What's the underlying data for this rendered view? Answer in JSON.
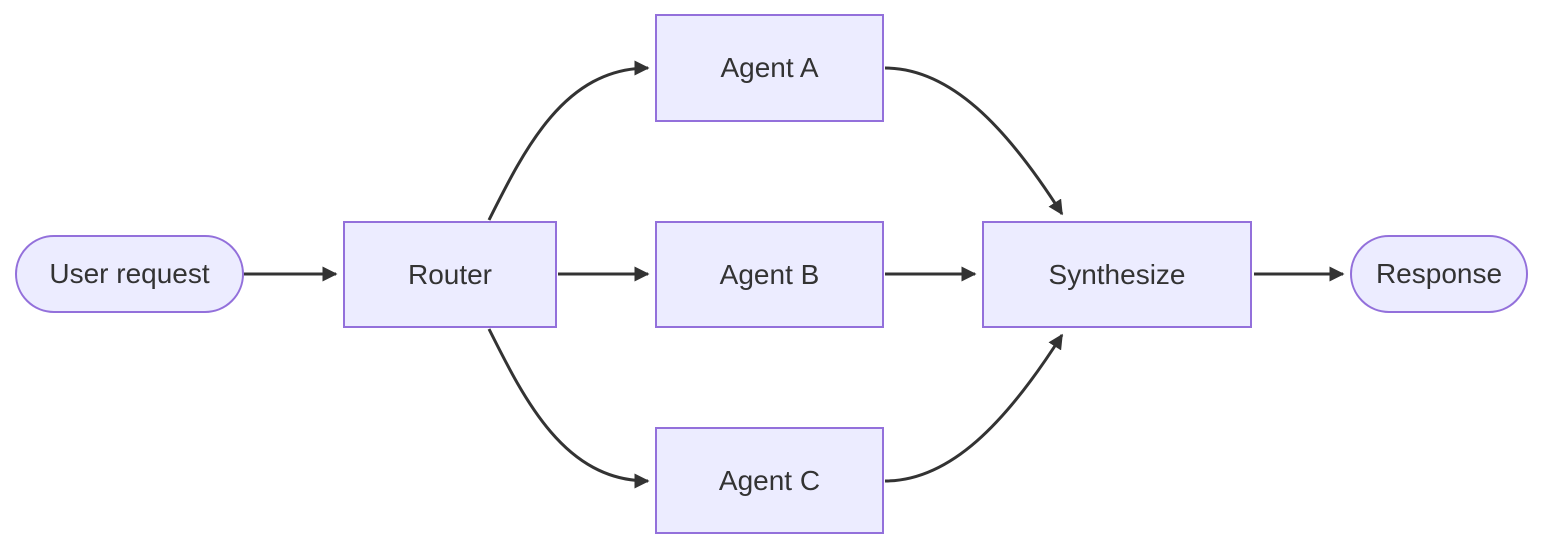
{
  "diagram": {
    "type": "flowchart-LR",
    "nodes": {
      "user_request": {
        "label": "User request",
        "shape": "stadium"
      },
      "router": {
        "label": "Router",
        "shape": "rect"
      },
      "agent_a": {
        "label": "Agent A",
        "shape": "rect"
      },
      "agent_b": {
        "label": "Agent B",
        "shape": "rect"
      },
      "agent_c": {
        "label": "Agent C",
        "shape": "rect"
      },
      "synthesize": {
        "label": "Synthesize",
        "shape": "rect"
      },
      "response": {
        "label": "Response",
        "shape": "stadium"
      }
    },
    "edges": [
      {
        "from": "user_request",
        "to": "router"
      },
      {
        "from": "router",
        "to": "agent_a"
      },
      {
        "from": "router",
        "to": "agent_b"
      },
      {
        "from": "router",
        "to": "agent_c"
      },
      {
        "from": "agent_a",
        "to": "synthesize"
      },
      {
        "from": "agent_b",
        "to": "synthesize"
      },
      {
        "from": "agent_c",
        "to": "synthesize"
      },
      {
        "from": "synthesize",
        "to": "response"
      }
    ],
    "colors": {
      "node_fill": "#ECECFF",
      "node_border": "#9370DB",
      "edge": "#333333",
      "text": "#333333",
      "background": "#FFFFFF"
    }
  }
}
